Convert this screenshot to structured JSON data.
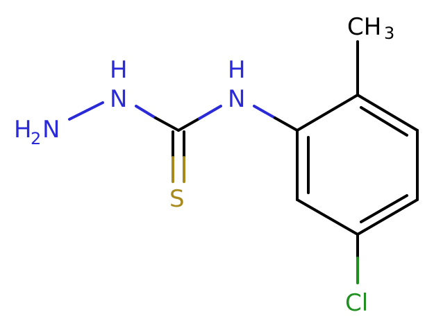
{
  "molecule": {
    "atoms": {
      "nh2": {
        "main": "H",
        "sub": "2",
        "tail": "N",
        "color": "#2a2ad8"
      },
      "nh_left": {
        "top": "H",
        "main": "N",
        "color": "#2a2ad8"
      },
      "nh_right": {
        "top": "H",
        "main": "N",
        "color": "#2a2ad8"
      },
      "s": {
        "main": "S",
        "color": "#a8891c"
      },
      "ch3": {
        "main": "CH",
        "sub": "3",
        "color": "#000000"
      },
      "cl": {
        "main": "Cl",
        "color": "#1f8f1f"
      }
    },
    "colors": {
      "carbon_bond": "#000000",
      "nitrogen": "#2a2ad8",
      "sulfur": "#a8891c",
      "chlorine": "#1f8f1f"
    }
  }
}
